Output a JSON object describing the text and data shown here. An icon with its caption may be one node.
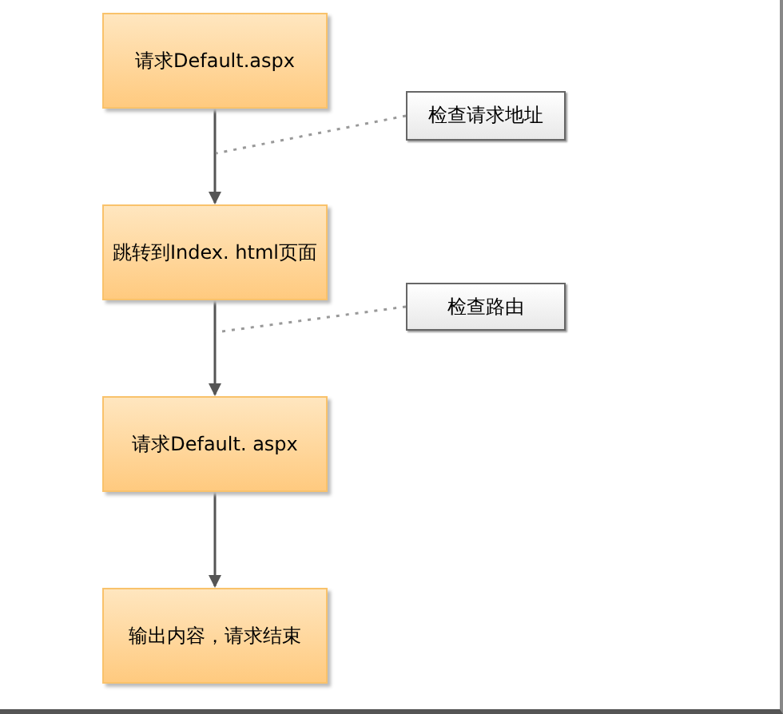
{
  "diagram": {
    "nodes": [
      {
        "text": [
          "请求Default.aspx"
        ]
      },
      {
        "text": [
          "检查请求地址"
        ]
      },
      {
        "text": [
          "跳转到Index. html页面"
        ]
      },
      {
        "text": [
          "检查路由"
        ]
      },
      {
        "text": [
          "请求Default. aspx"
        ]
      },
      {
        "text": [
          "输出内容，请求结束"
        ]
      }
    ],
    "edges": [
      {
        "from": 0,
        "to": 2,
        "arrow": "to"
      },
      {
        "from": 2,
        "to": 4,
        "arrow": "to"
      },
      {
        "from": 4,
        "to": 5,
        "arrow": "to"
      },
      {
        "from": 1,
        "to": null,
        "arrow": "none",
        "style": "dashed"
      },
      {
        "from": 3,
        "to": null,
        "arrow": "none",
        "style": "dashed"
      }
    ]
  }
}
